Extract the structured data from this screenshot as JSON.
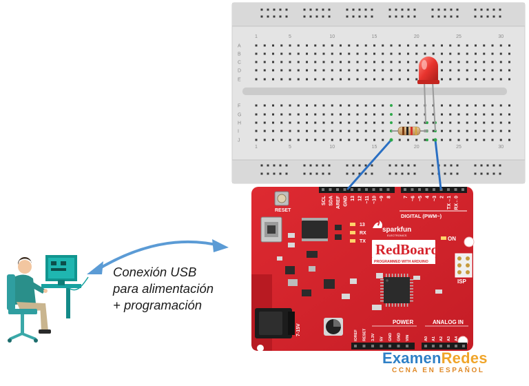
{
  "breadboard": {
    "column_numbers": [
      "1",
      "5",
      "10",
      "15",
      "20",
      "25",
      "30"
    ],
    "row_letters_top": [
      "A",
      "B",
      "C",
      "D",
      "E"
    ],
    "row_letters_bottom": [
      "F",
      "G",
      "H",
      "I",
      "J"
    ]
  },
  "board": {
    "reset_label": "RESET",
    "brand": "sparkfun",
    "brand_sub": "ELECTRONICS",
    "name": "RedBoard",
    "tagline": "PROGRAMMED WITH ARDUINO",
    "digital_label": "DIGITAL (PWM~)",
    "on_label": "ON",
    "isp_label": "ISP",
    "power_label": "POWER",
    "analog_label": "ANALOG IN",
    "voltage_label": "7-15V",
    "led_labels": [
      "13",
      "RX",
      "TX"
    ],
    "top_pin_labels": [
      "SCL",
      "SDA",
      "AREF",
      "GND",
      "13",
      "12",
      "~11",
      "~10",
      "~9",
      "8",
      "7",
      "~6",
      "~5",
      "4",
      "~3",
      "2",
      "TX→1",
      "RX←0"
    ],
    "power_pins": [
      "IOREF",
      "RESET",
      "3.3V",
      "5V",
      "GND",
      "GND",
      "VIN"
    ],
    "analog_pins": [
      "A0",
      "A1",
      "A2",
      "A3",
      "A4",
      "A5"
    ]
  },
  "caption": {
    "line1": "Conexión USB",
    "line2": "para alimentación",
    "line3": "+ programación"
  },
  "watermark": {
    "part1": "Examen",
    "part2": "Redes",
    "sub": "CCNA EN ESPAÑOL"
  },
  "colors": {
    "board_red": "#d6232c",
    "wire_blue": "#2a6fc3",
    "arrow_blue": "#5b9bd5",
    "led_red": "#e8342e",
    "jumper_green": "#2ea84a"
  }
}
